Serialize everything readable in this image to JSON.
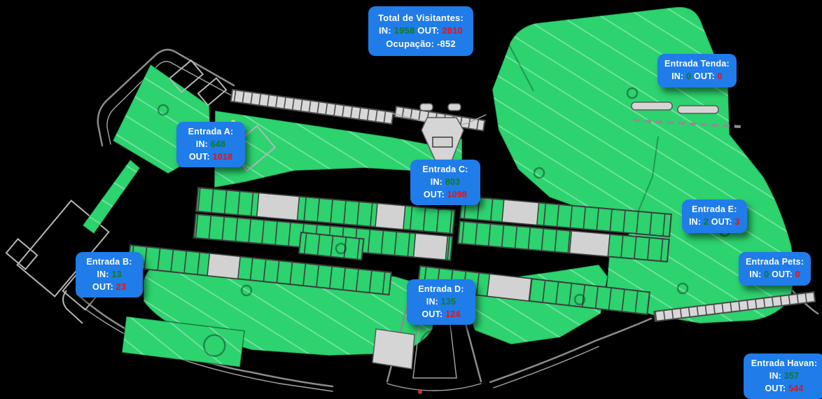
{
  "labels": {
    "in": "IN:",
    "out": "OUT:"
  },
  "total_badge": {
    "title": "Total de Visitantes:",
    "in_value": "1958",
    "out_value": "2810",
    "occupancy_text": "Ocupação: -852"
  },
  "entrances": [
    {
      "id": "tenda",
      "title": "Entrada Tenda:",
      "in": "0",
      "out": "0"
    },
    {
      "id": "a",
      "title": "Entrada A:",
      "in": "648",
      "out": "1018"
    },
    {
      "id": "c",
      "title": "Entrada C:",
      "in": "803",
      "out": "1098"
    },
    {
      "id": "e",
      "title": "Entrada E:",
      "in": "2",
      "out": "3"
    },
    {
      "id": "b",
      "title": "Entrada B:",
      "in": "13",
      "out": "23"
    },
    {
      "id": "pets",
      "title": "Entrada Pets:",
      "in": "0",
      "out": "0"
    },
    {
      "id": "d",
      "title": "Entrada D:",
      "in": "135",
      "out": "124"
    },
    {
      "id": "havan",
      "title": "Entrada Havan:",
      "in": "357",
      "out": "544"
    }
  ],
  "colors": {
    "badge_blue": "#1f7ce9",
    "in_green": "#0e7c19",
    "out_red": "#ea1212",
    "map_green": "#2cd36e",
    "outline_gray": "#8c8c8c"
  }
}
